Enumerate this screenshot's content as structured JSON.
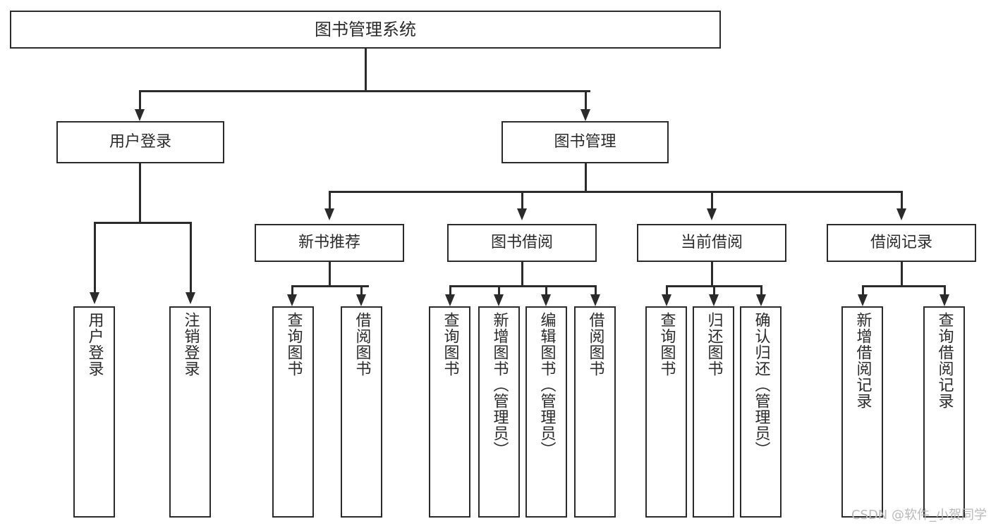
{
  "diagram": {
    "title": "图书管理系统",
    "watermark": "CSDN @软件_小贺同学",
    "accent_color": "#2b2b2b",
    "background_color": "#ffffff",
    "root": {
      "label": "图书管理系统"
    },
    "level2": [
      {
        "label": "用户登录"
      },
      {
        "label": "图书管理"
      }
    ],
    "level3": [
      {
        "label": "新书推荐"
      },
      {
        "label": "图书借阅"
      },
      {
        "label": "当前借阅"
      },
      {
        "label": "借阅记录"
      }
    ],
    "leaves": {
      "user_login": [
        {
          "label": "用户登录"
        },
        {
          "label": "注销登录"
        }
      ],
      "new_book": [
        {
          "label": "查询图书"
        },
        {
          "label": "借阅图书"
        }
      ],
      "borrow": [
        {
          "label": "查询图书"
        },
        {
          "label": "新增图书（管理员）"
        },
        {
          "label": "编辑图书（管理员）"
        },
        {
          "label": "借阅图书"
        }
      ],
      "current": [
        {
          "label": "查询图书"
        },
        {
          "label": "归还图书"
        },
        {
          "label": "确认归还（管理员）"
        }
      ],
      "records": [
        {
          "label": "新增借阅记录"
        },
        {
          "label": "查询借阅记录"
        }
      ]
    }
  }
}
